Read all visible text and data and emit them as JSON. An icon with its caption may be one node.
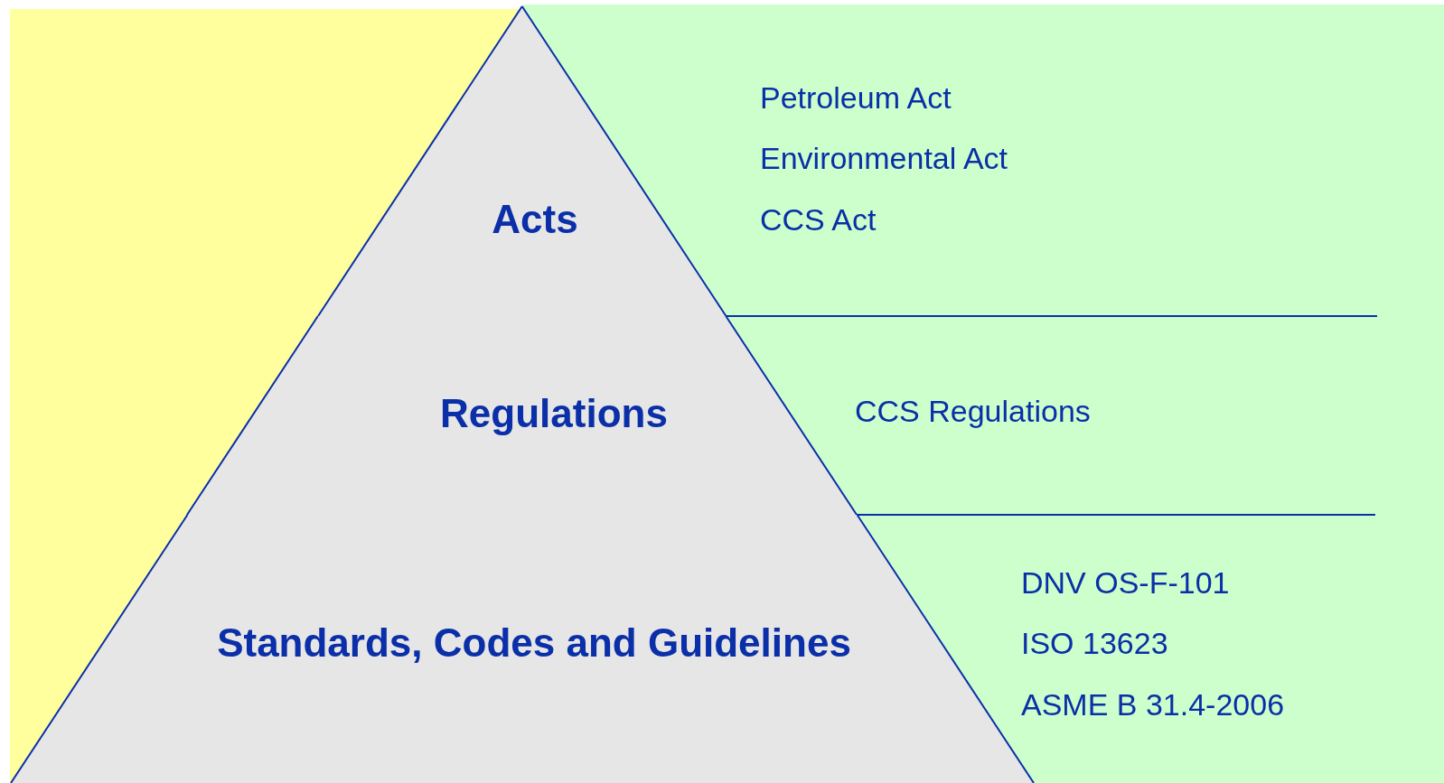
{
  "diagram": {
    "nodes": [
      {
        "text": [
          "Acts"
        ],
        "beside": [
          "Petroleum Act",
          "Environmental Act",
          "CCS Act"
        ]
      },
      {
        "text": [
          "Regulations"
        ],
        "beside": [
          "CCS Regulations"
        ]
      },
      {
        "text": [
          "Standards, Codes and Guidelines"
        ],
        "beside": [
          "DNV OS-F-101",
          "ISO 13623",
          "ASME B 31.4-2006"
        ]
      }
    ]
  }
}
